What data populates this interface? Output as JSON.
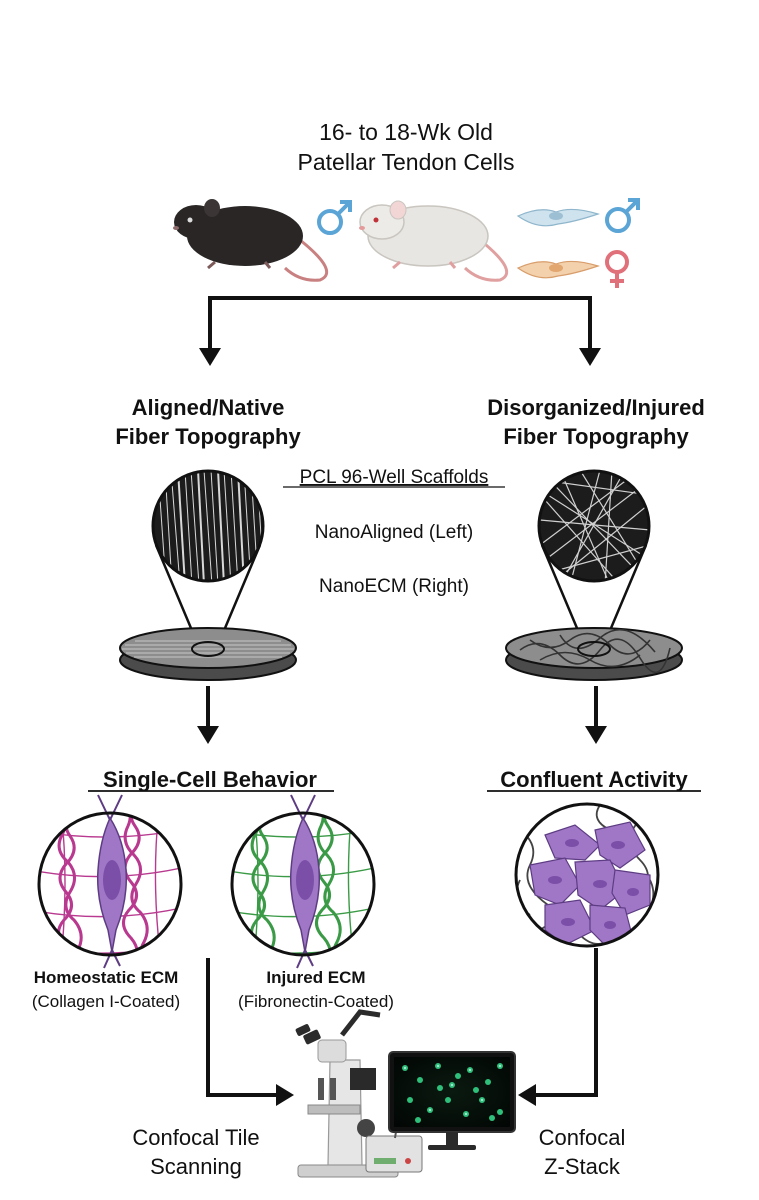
{
  "header": {
    "line1": "16- to 18-Wk Old",
    "line2": "Patellar Tendon Cells"
  },
  "left_branch": {
    "title_line1": "Aligned/Native",
    "title_line2": "Fiber Topography"
  },
  "right_branch": {
    "title_line1": "Disorganized/Injured",
    "title_line2": "Fiber Topography"
  },
  "scaffolds": {
    "heading": "PCL 96-Well Scaffolds",
    "left_label": "NanoAligned (Left)",
    "right_label": "NanoECM (Right)"
  },
  "single_cell": {
    "heading": "Single-Cell Behavior",
    "homeostatic_title": "Homeostatic ECM",
    "homeostatic_sub": "(Collagen I-Coated)",
    "injured_title": "Injured ECM",
    "injured_sub": "(Fibronectin-Coated)"
  },
  "confluent": {
    "heading": "Confluent Activity"
  },
  "imaging": {
    "left_line1": "Confocal Tile",
    "left_line2": "Scanning",
    "right_line1": "Confocal",
    "right_line2": "Z-Stack"
  },
  "colors": {
    "male_symbol": "#5aa4d6",
    "female_symbol": "#e0707a",
    "cell_purple": "#a077c6",
    "collagen_pink": "#b8398f",
    "fibronectin_green": "#3a9a46",
    "arrow": "#111111"
  }
}
